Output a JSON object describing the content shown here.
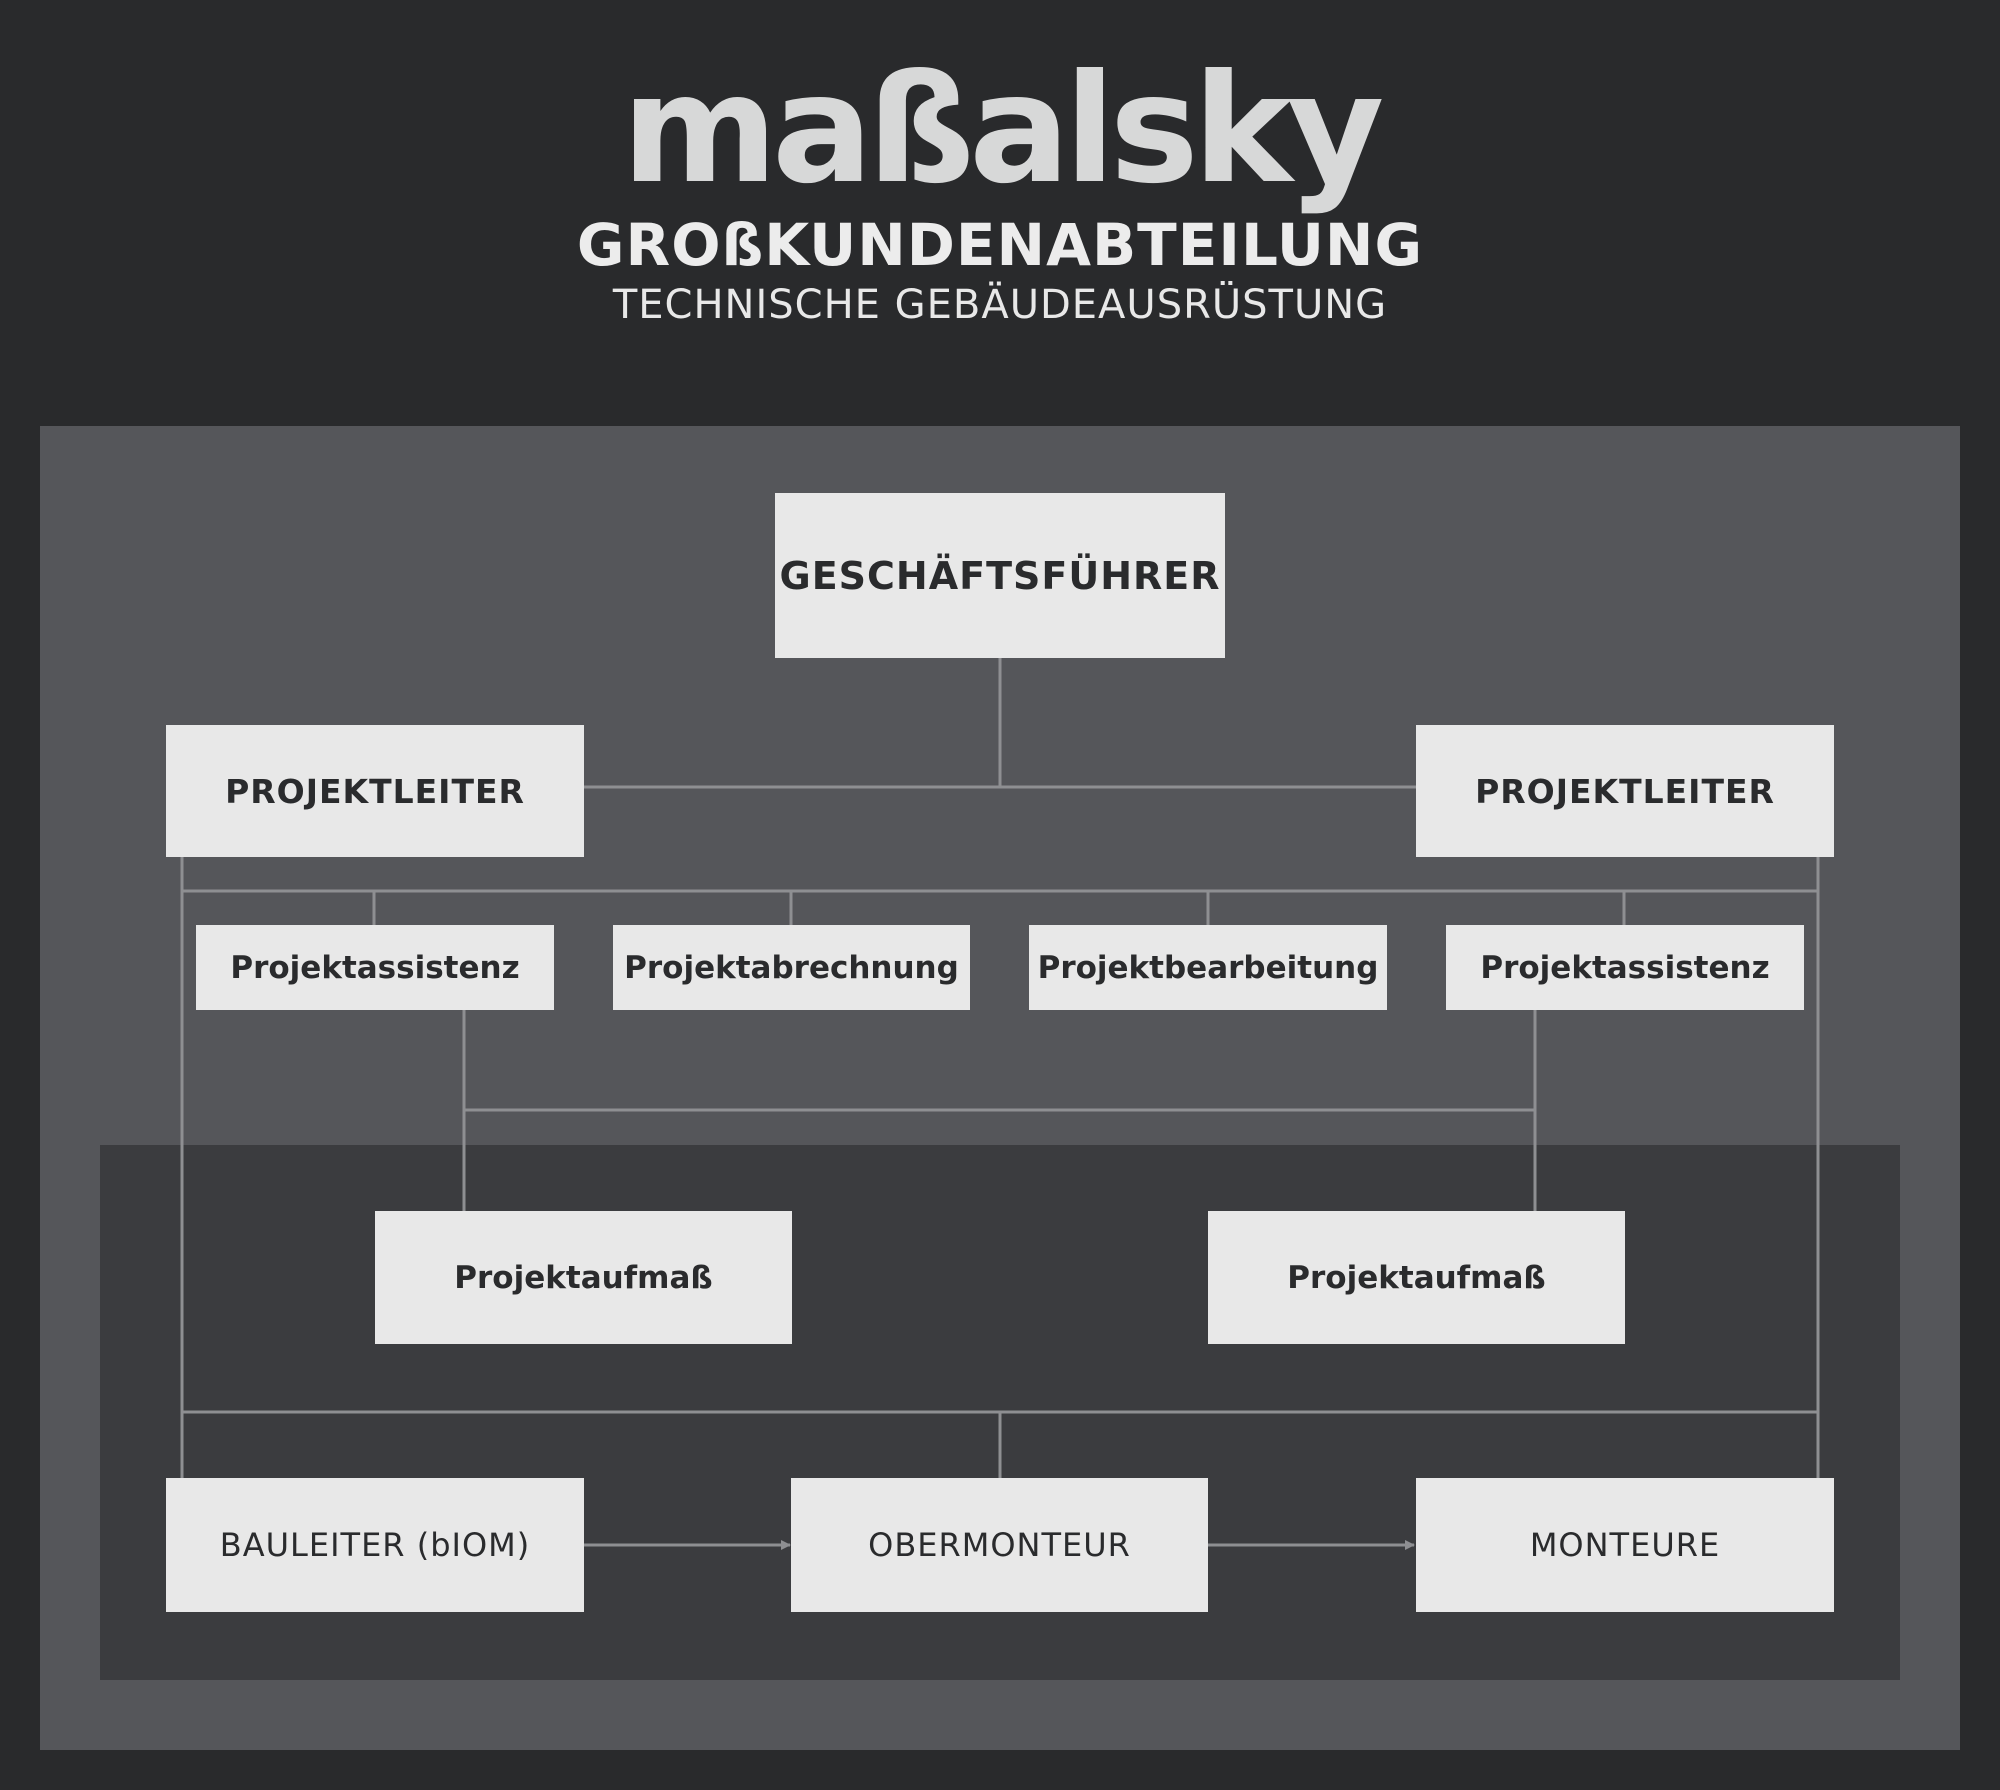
{
  "header": {
    "logo": "maßalsky",
    "title": "GROßKUNDENABTEILUNG",
    "subtitle": "TECHNISCHE GEBÄUDEAUSRÜSTUNG"
  },
  "chart": {
    "managing_director": "GESCHÄFTSFÜHRER",
    "project_lead_left": "PROJEKTLEITER",
    "project_lead_right": "PROJEKTLEITER",
    "assistants": [
      "Projektassistenz",
      "Projektabrechnung",
      "Projektbearbeitung",
      "Projektassistenz"
    ],
    "measurement_left": "Projektaufmaß",
    "measurement_right": "Projektaufmaß",
    "site_manager": "BAULEITER (bIOM)",
    "foreman": "OBERMONTEUR",
    "fitters": "MONTEURE"
  },
  "colors": {
    "background": "#292a2c",
    "panel_outer": "#55565a",
    "panel_inner": "#3b3c3f",
    "box": "#e8e8e8",
    "box_text": "#2a2b2d",
    "connector": "#8e8f92"
  }
}
